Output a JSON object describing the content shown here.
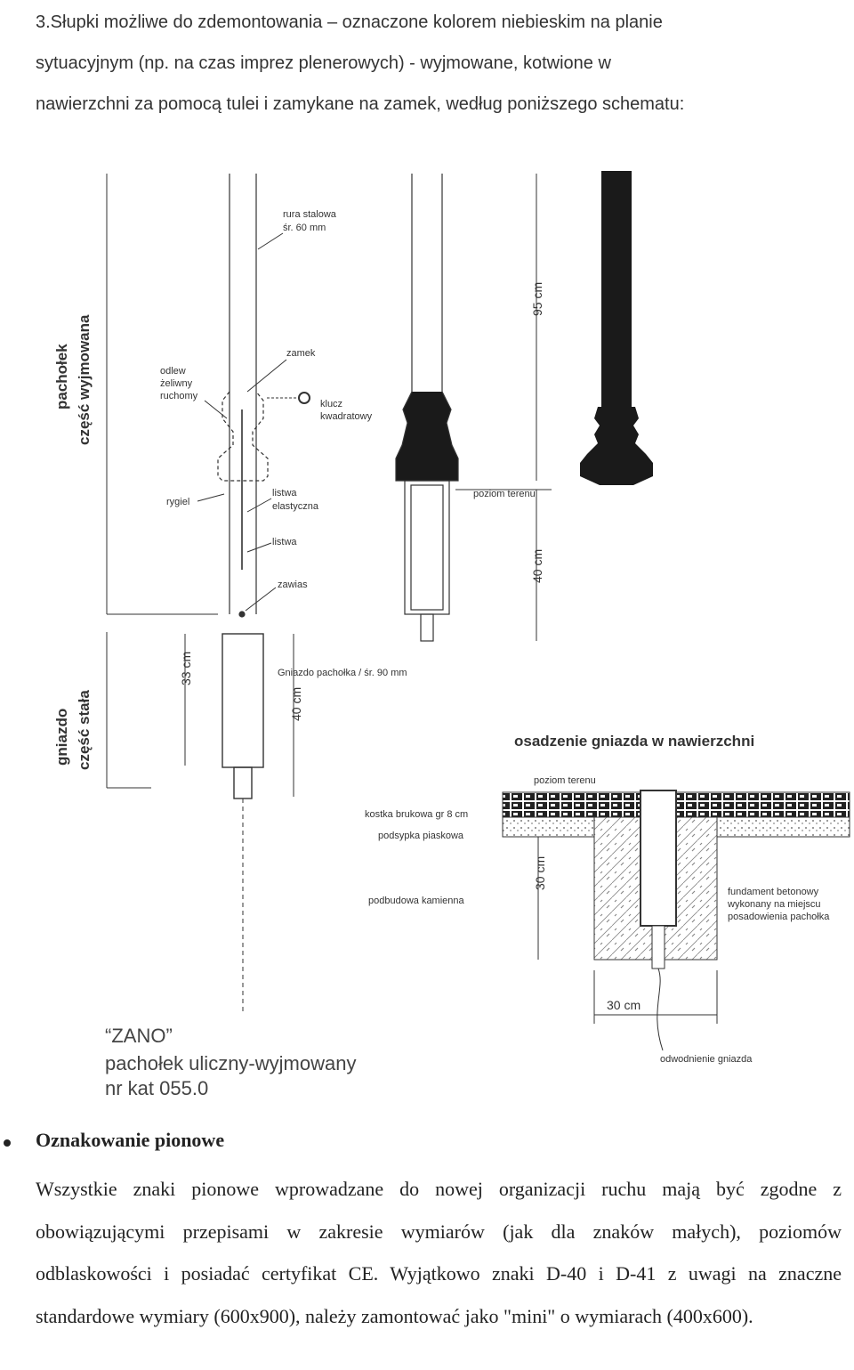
{
  "intro": {
    "line1": "3.Słupki możliwe do zdemontowania – oznaczone kolorem niebieskim na planie",
    "line2": "sytuacyjnym (np. na czas imprez plenerowych) - wyjmowane, kotwione w",
    "line3": "nawierzchni za pomocą tulei i zamykane na zamek, według poniższego schematu:"
  },
  "diagram": {
    "left_vertical": [
      "pachołek",
      "część wyjmowana"
    ],
    "left_vertical2": [
      "gniazdo",
      "część stała"
    ],
    "labels": {
      "rura_1": "rura stalowa",
      "rura_2": "śr. 60 mm",
      "zamek": "zamek",
      "odlew_1": "odlew",
      "odlew_2": "żeliwny",
      "odlew_3": "ruchomy",
      "klucz_1": "klucz",
      "klucz_2": "kwadratowy",
      "rygiel": "rygiel",
      "listwa_el_1": "listwa",
      "listwa_el_2": "elastyczna",
      "listwa": "listwa",
      "zawias": "zawias",
      "poziom_terenu_1": "poziom terenu",
      "dim_95": "95 cm",
      "dim_40a": "40 cm",
      "dim_33": "33 cm",
      "dim_40b": "40 cm",
      "gniazdo_label": "Gniazdo pachołka / śr. 90 mm",
      "osadzenie": "osadzenie gniazda w nawierzchni",
      "poziom_terenu_2": "poziom terenu",
      "kostka": "kostka brukowa gr 8 cm",
      "podsypka": "podsypka piaskowa",
      "podbudowa": "podbudowa kamienna",
      "dim_30v": "30 cm",
      "fundament_1": "fundament betonowy",
      "fundament_2": "wykonany na miejscu",
      "fundament_3": "posadowienia pachołka",
      "dim_30h": "30 cm",
      "odwodnienie": "odwodnienie gniazda"
    },
    "caption": {
      "line1": "“ZANO”",
      "line2": "pachołek uliczny-wyjmowany",
      "line3": "nr kat 055.0"
    }
  },
  "section": {
    "heading": "Oznakowanie pionowe",
    "body": "Wszystkie znaki pionowe wprowadzane do nowej organizacji ruchu mają być zgodne z obowiązującymi przepisami w zakresie wymiarów (jak dla znaków małych), poziomów odblaskowości i posiadać certyfikat CE. Wyjątkowo znaki D-40 i D-41 z uwagi na znaczne standardowe wymiary (600x900), należy zamontować jako \"mini\" o wymiarach (400x600)."
  }
}
